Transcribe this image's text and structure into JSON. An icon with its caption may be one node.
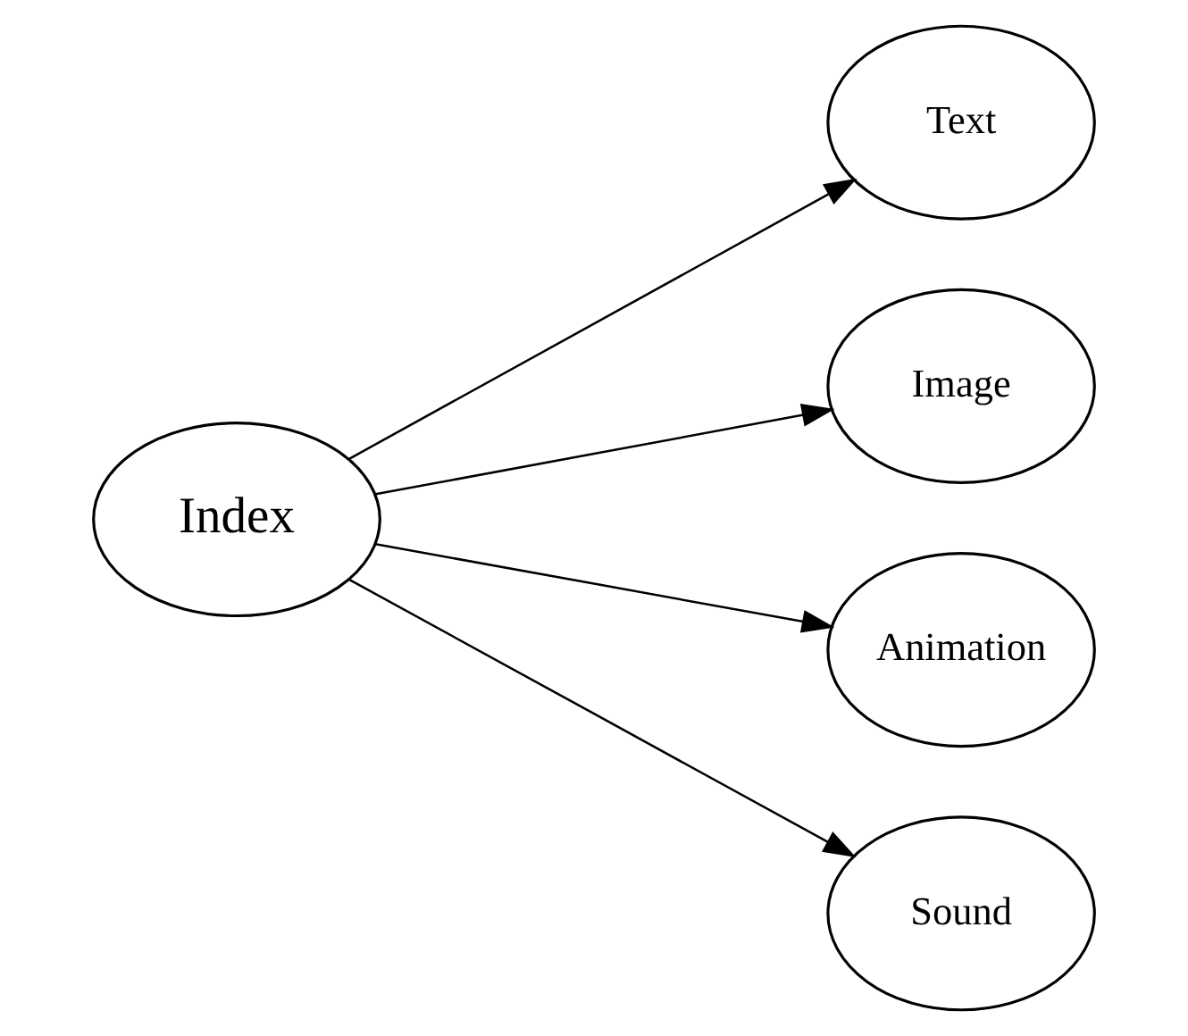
{
  "diagram": {
    "nodes": [
      {
        "text": [
          "Index"
        ]
      },
      {
        "text": [
          "Text"
        ]
      },
      {
        "text": [
          "Image"
        ]
      },
      {
        "text": [
          "Animation"
        ]
      },
      {
        "text": [
          "Sound"
        ]
      }
    ],
    "edges": [
      {
        "from": 0,
        "to": 1,
        "arrow": "to"
      },
      {
        "from": 0,
        "to": 2,
        "arrow": "to"
      },
      {
        "from": 0,
        "to": 3,
        "arrow": "to"
      },
      {
        "from": 0,
        "to": 4,
        "arrow": "to"
      }
    ]
  }
}
